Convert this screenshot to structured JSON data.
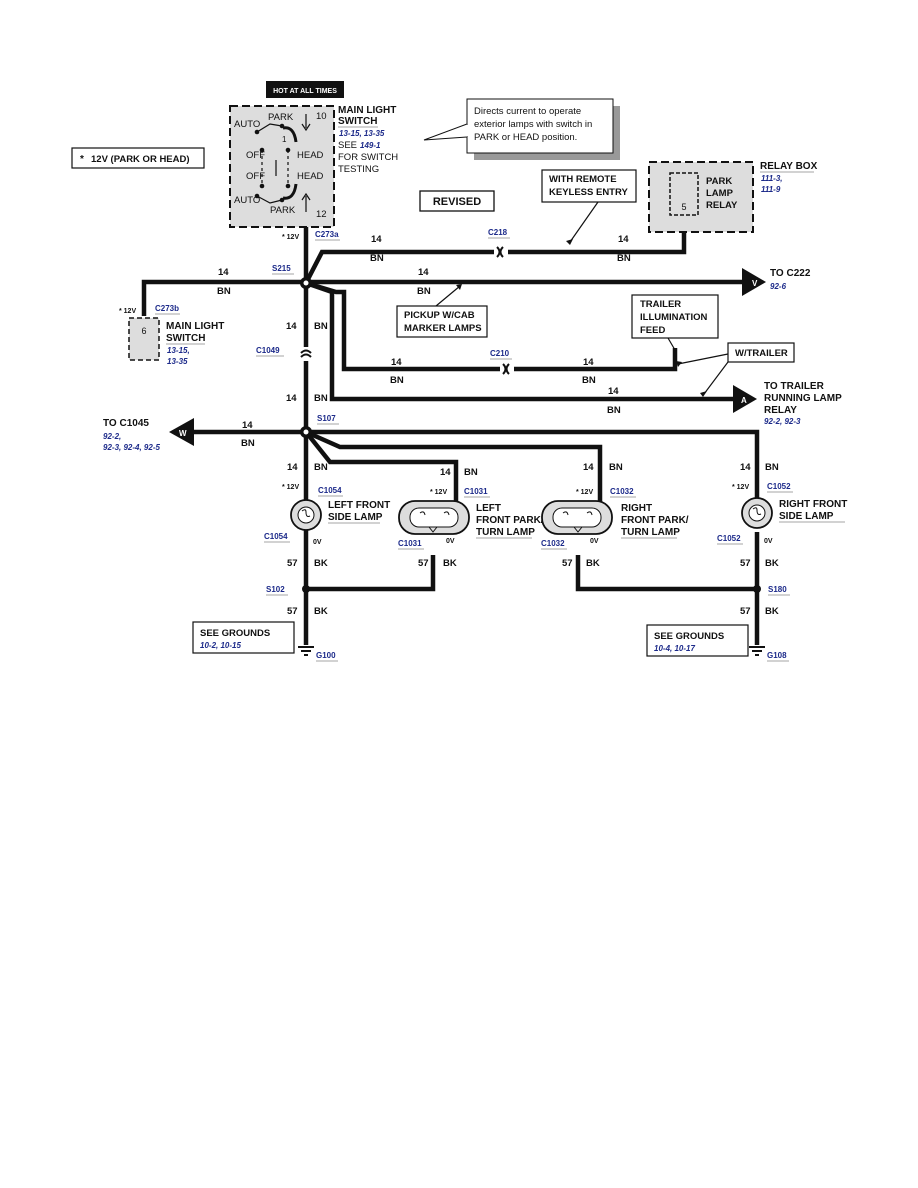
{
  "hot_label": "HOT AT ALL TIMES",
  "legend": {
    "asterisk": "*",
    "text": "12V (PARK OR HEAD)"
  },
  "main_switch": {
    "title1": "MAIN LIGHT",
    "title2": "SWITCH",
    "ref": "13-15,  13-35",
    "see": "SEE",
    "see_ref": "149-1",
    "for1": "FOR SWITCH",
    "for2": "TESTING",
    "auto": "AUTO",
    "park": "PARK",
    "off": "OFF",
    "head": "HEAD",
    "pin_top": "10",
    "pin_bottom": "12",
    "pin_mid": "1"
  },
  "callout": {
    "line1": "Directs current to operate",
    "line2": "exterior lamps with switch in",
    "line3": "PARK or HEAD position."
  },
  "revised": "REVISED",
  "remote": {
    "line1": "WITH REMOTE",
    "line2": "KEYLESS ENTRY"
  },
  "relay": {
    "title": "RELAY BOX",
    "ref1": "111-3,",
    "ref2": "111-9",
    "name1": "PARK",
    "name2": "LAMP",
    "name3": "RELAY",
    "pin": "5"
  },
  "switch_b": {
    "name1": "MAIN LIGHT",
    "name2": "SWITCH",
    "ref1": "13-15,",
    "ref2": "13-35",
    "pin": "6",
    "volt": "* 12V",
    "conn": "C273b"
  },
  "c273a": "C273a",
  "c273a_volt": "* 12V",
  "s215": "S215",
  "c218": "C218",
  "c1049": "C1049",
  "c210": "C210",
  "s107": "S107",
  "wire": {
    "g14": "14",
    "bn": "BN",
    "g57": "57",
    "bk": "BK"
  },
  "to_c222": {
    "label": "TO C222",
    "ref": "92-6",
    "arrow": "V"
  },
  "pickup": {
    "line1": "PICKUP W/CAB",
    "line2": "MARKER LAMPS"
  },
  "trailer_feed": {
    "line1": "TRAILER",
    "line2": "ILLUMINATION",
    "line3": "FEED"
  },
  "w_trailer": "W/TRAILER",
  "to_trailer": {
    "line1": "TO TRAILER",
    "line2": "RUNNING LAMP",
    "line3": "RELAY",
    "ref": "92-2,  92-3",
    "arrow": "A"
  },
  "to_c1045": {
    "label": "TO C1045",
    "ref1": "92-2,",
    "ref2": "92-3,  92-4,  92-5",
    "arrow": "W"
  },
  "lamps": {
    "lf_side": {
      "name1": "LEFT FRONT",
      "name2": "SIDE LAMP",
      "conn": "C1054"
    },
    "lf_park": {
      "name1": "LEFT",
      "name2": "FRONT PARK/",
      "name3": "TURN LAMP",
      "conn": "C1031"
    },
    "rf_park": {
      "name1": "RIGHT",
      "name2": "FRONT PARK/",
      "name3": "TURN LAMP",
      "conn": "C1032"
    },
    "rf_side": {
      "name1": "RIGHT FRONT",
      "name2": "SIDE LAMP",
      "conn": "C1052"
    }
  },
  "v12": "* 12V",
  "v0": "0V",
  "s102": "S102",
  "s180": "S180",
  "grounds_left": {
    "text": "SEE GROUNDS",
    "ref": "10-2,  10-15",
    "g": "G100"
  },
  "grounds_right": {
    "text": "SEE GROUNDS",
    "ref": "10-4,  10-17",
    "g": "G108"
  }
}
